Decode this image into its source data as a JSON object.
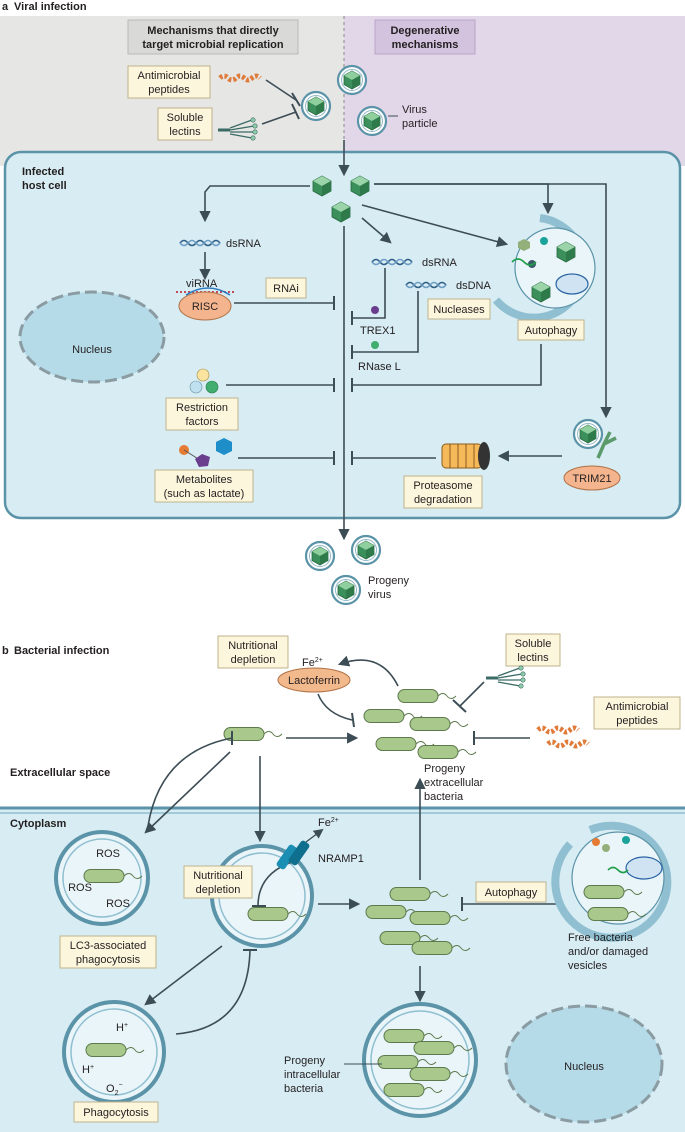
{
  "panel_a": {
    "header_letter": "a",
    "header_title": "Viral infection",
    "left_region_label_1": "Mechanisms that directly",
    "left_region_label_2": "target microbial replication",
    "right_region_label_1": "Degenerative",
    "right_region_label_2": "mechanisms",
    "antimicrobial_1": "Antimicrobial",
    "antimicrobial_2": "peptides",
    "soluble_1": "Soluble",
    "soluble_2": "lectins",
    "virus_particle_1": "Virus",
    "virus_particle_2": "particle",
    "infected_cell_1": "Infected",
    "infected_cell_2": "host cell",
    "dsrna_left": "dsRNA",
    "virna": "viRNA",
    "risc": "RISC",
    "rnai": "RNAi",
    "dsrna_right": "dsRNA",
    "dsdna": "dsDNA",
    "nucleases": "Nucleases",
    "trex1": "TREX1",
    "rnase_l": "RNase L",
    "autophagy": "Autophagy",
    "nucleus": "Nucleus",
    "restriction_1": "Restriction",
    "restriction_2": "factors",
    "metabolites_1": "Metabolites",
    "metabolites_2": "(such as lactate)",
    "proteasome_1": "Proteasome",
    "proteasome_2": "degradation",
    "trim21": "TRIM21",
    "progeny_1": "Progeny",
    "progeny_2": "virus"
  },
  "panel_b": {
    "header_letter": "b",
    "header_title": "Bacterial infection",
    "nutritional_1": "Nutritional",
    "nutritional_2": "depletion",
    "fe": "Fe",
    "fe_sup": "2+",
    "lactoferrin": "Lactoferrin",
    "soluble_1": "Soluble",
    "soluble_2": "lectins",
    "antimicrobial_1": "Antimicrobial",
    "antimicrobial_2": "peptides",
    "extracellular_space": "Extracellular space",
    "progeny_ext_1": "Progeny",
    "progeny_ext_2": "extracellular",
    "progeny_ext_3": "bacteria",
    "cytoplasm": "Cytoplasm",
    "ros": "ROS",
    "lc3_1": "LC3-associated",
    "lc3_2": "phagocytosis",
    "nutritional_in_1": "Nutritional",
    "nutritional_in_2": "depletion",
    "nramp1": "NRAMP1",
    "autophagy": "Autophagy",
    "free_1": "Free bacteria",
    "free_2": "and/or damaged",
    "free_3": "vesicles",
    "h_plus": "H",
    "plus": "+",
    "o2": "O",
    "o2_sub": "2",
    "o2_sup": "−",
    "phagocytosis": "Phagocytosis",
    "progeny_int_1": "Progeny",
    "progeny_int_2": "intracellular",
    "progeny_int_3": "bacteria",
    "nucleus": "Nucleus"
  },
  "colors": {
    "grey_region": "#e6e6e5",
    "purple_region": "#e2d7e9",
    "cell_fill": "#d7ecf3",
    "cell_stroke": "#5b93a8",
    "label_box": "#fcf6dc",
    "arrow": "#3d4d55",
    "virus_green": "#3b8f5a",
    "bacterium": "#a9c98c",
    "lactoferrin": "#f2b98d",
    "trim21": "#f3b48e"
  }
}
